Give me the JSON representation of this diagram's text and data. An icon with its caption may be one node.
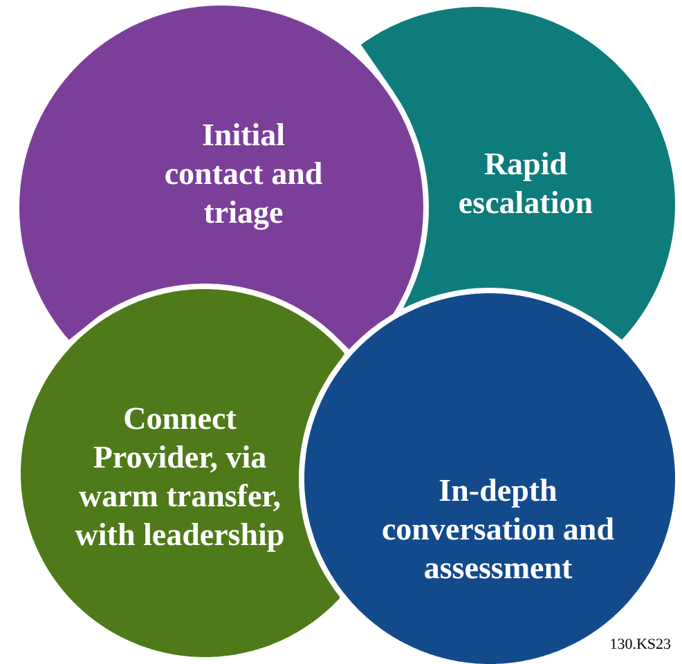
{
  "diagram": {
    "nodes": [
      {
        "text": [
          "Initial contact and triage"
        ]
      },
      {
        "text": [
          "Rapid escalation"
        ]
      },
      {
        "text": [
          "Connect Provider, via warm transfer, with leadership"
        ]
      },
      {
        "text": [
          "In-depth conversation and assessment"
        ]
      }
    ],
    "labels": [
      "130.KS23"
    ]
  }
}
